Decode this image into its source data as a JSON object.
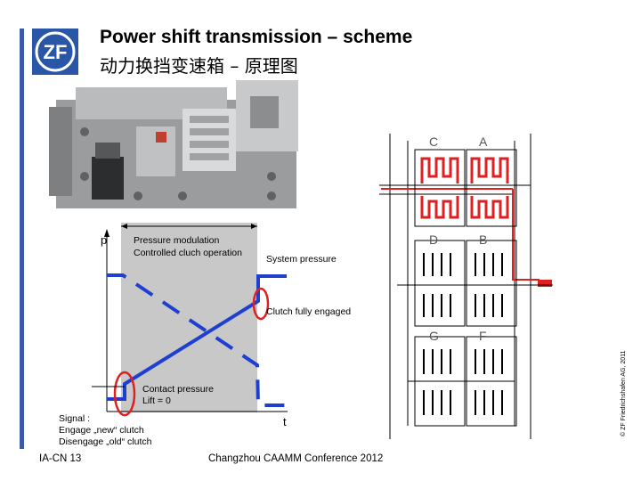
{
  "header": {
    "title": "Power shift transmission – scheme",
    "subtitle": "动力换挡变速箱 – 原理图",
    "logo_text": "ZF"
  },
  "diagram": {
    "axis_y": "p",
    "axis_x": "t",
    "pressure_modulation": "Pressure modulation",
    "controlled_clutch": "Controlled cluch  operation",
    "system_pressure": "System pressure",
    "clutch_engaged": "Clutch fully engaged",
    "contact_pressure": "Contact pressure",
    "lift": "Lift = 0",
    "signal": "Signal :",
    "engage": "Engage „new“ clutch",
    "disengage": "Disengage „old“ clutch"
  },
  "scheme_labels": {
    "c": "C",
    "a": "A",
    "d": "D",
    "b": "B",
    "g": "G",
    "f": "F"
  },
  "footer": {
    "page_id": "IA-CN  13",
    "conference": "Changzhou CAAMM Conference 2012",
    "copyright": "© ZF Friedrichshafen AG, 2011"
  },
  "colors": {
    "accent": "#2a56a8",
    "curve": "#1f3fd1",
    "highlight": "#e02020",
    "shade": "#c8c8c8"
  }
}
